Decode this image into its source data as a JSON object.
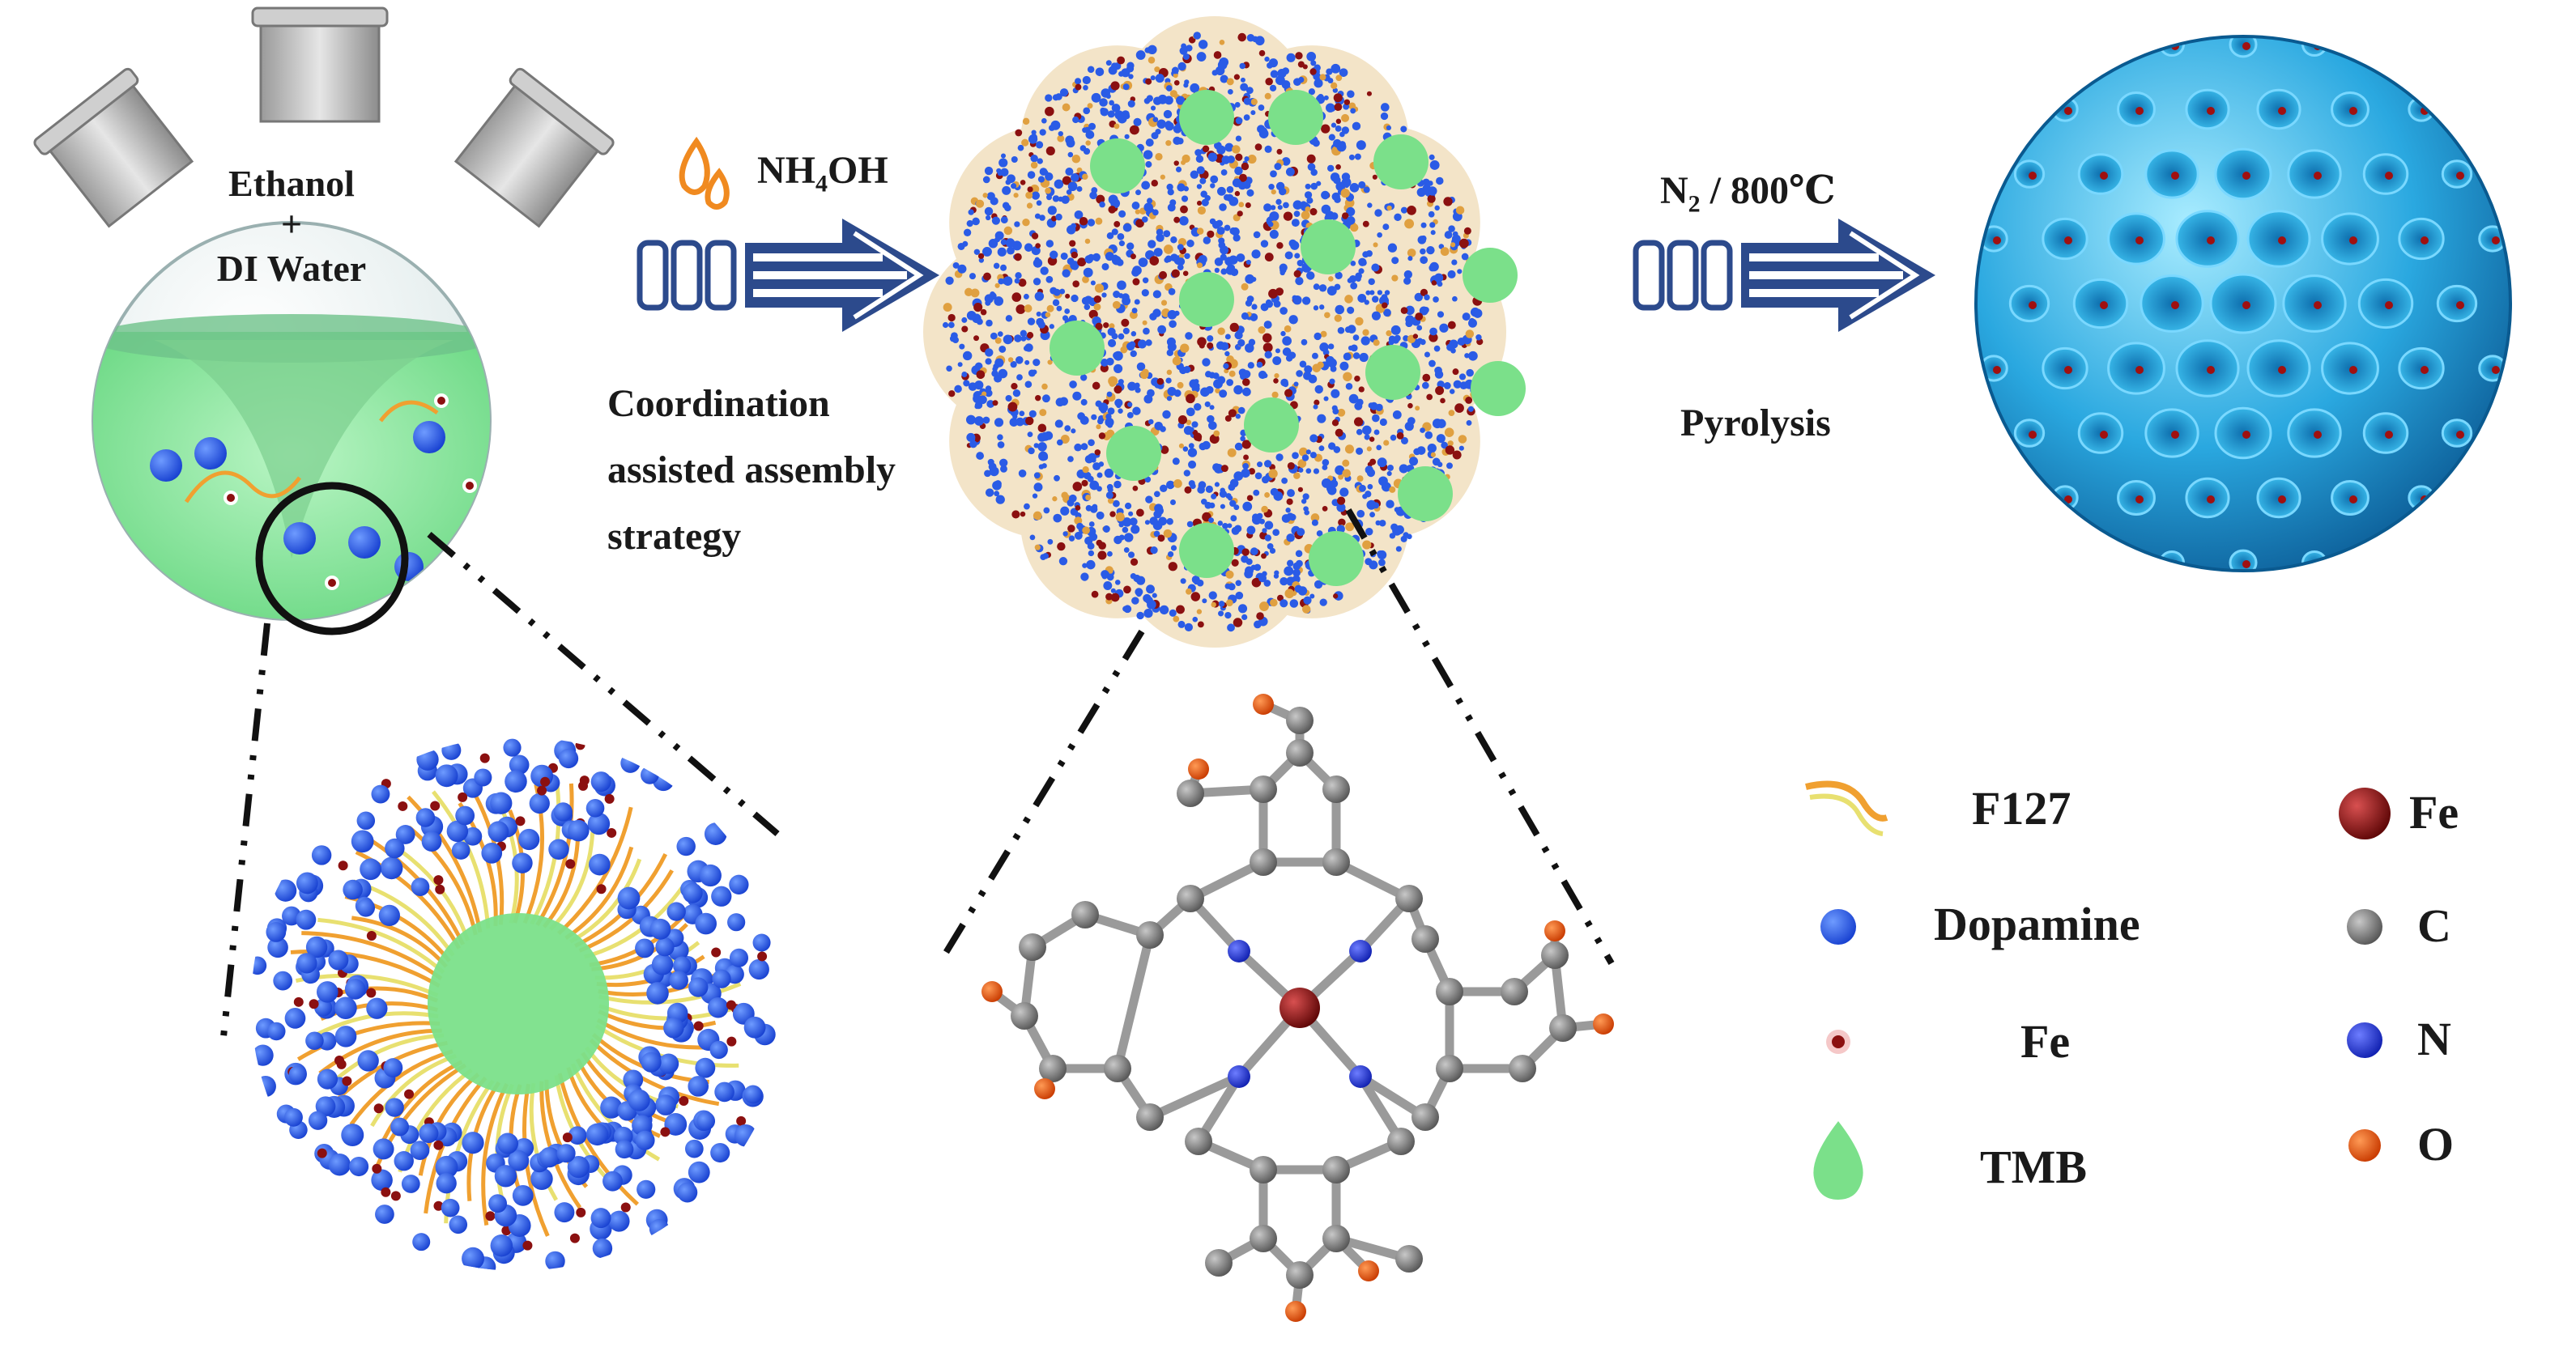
{
  "flask": {
    "line1": "Ethanol",
    "line2": "+",
    "line3": "DI Water"
  },
  "step1": {
    "reagent_base": "NH",
    "reagent_sub": "4",
    "reagent_tail": "OH",
    "desc_line1": "Coordination",
    "desc_line2": "assisted assembly",
    "desc_line3": "strategy"
  },
  "step2": {
    "gas_base": "N",
    "gas_sub": "2",
    "condition": " / 800℃",
    "desc": "Pyrolysis"
  },
  "legend": {
    "components": [
      {
        "label": "F127",
        "icon": "polymer-chain-icon"
      },
      {
        "label": "Dopamine",
        "icon": "blue-sphere-icon"
      },
      {
        "label": "Fe",
        "icon": "red-dot-icon"
      },
      {
        "label": "TMB",
        "icon": "green-droplet-icon"
      }
    ],
    "atoms": [
      {
        "label": "Fe",
        "icon": "dark-red-atom-icon"
      },
      {
        "label": "C",
        "icon": "gray-atom-icon"
      },
      {
        "label": "N",
        "icon": "blue-atom-icon"
      },
      {
        "label": "O",
        "icon": "orange-atom-icon"
      }
    ]
  },
  "colors": {
    "solution": "#8fe6a2",
    "dopamine": "#2a5be6",
    "fe": "#8b1010",
    "f127": "#f0a030",
    "tmb": "#7be08a",
    "carbon": "#7d7d7d",
    "nitrogen": "#2233dd",
    "oxygen": "#ee5511",
    "sphere": "#36b8e8",
    "arrow": "#2c4a8c"
  }
}
